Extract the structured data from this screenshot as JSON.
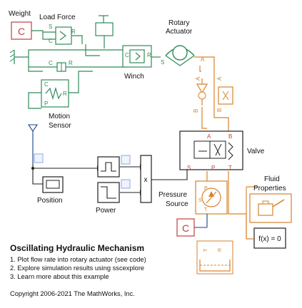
{
  "colors": {
    "mech": "#2e8b57",
    "hyd": "#d9822b",
    "phys": "#1a3f8a",
    "sig": "#1f1f1f",
    "block_outline": "#c04040",
    "sensor_outline": "#c04040",
    "icon_green": "#2e8b57",
    "icon_orange": "#d9822b"
  },
  "labels": {
    "weight": "Weight",
    "load_force": "Load Force",
    "rotary_actuator_line1": "Rotary",
    "rotary_actuator_line2": "Actuator",
    "winch": "Winch",
    "motion_sensor_line1": "Motion",
    "motion_sensor_line2": "Sensor",
    "valve": "Valve",
    "fluid_properties_line1": "Fluid",
    "fluid_properties_line2": "Properties",
    "position": "Position",
    "power": "Power",
    "pressure_source_line1": "Pressure",
    "pressure_source_line2": "Source",
    "solver": "f(x) = 0",
    "product_sign": "x"
  },
  "port_labels": {
    "weight_S": "S",
    "weight_C": "C",
    "rotary_S": "S",
    "rotary_A": "A",
    "rotary_A2": "A",
    "rotary_B": "B",
    "valve_A": "A",
    "valve_B": "B",
    "valve_P": "P",
    "valve_T": "T",
    "valve_S": "S",
    "valve_P2": "P",
    "winch_C": "C",
    "winch_R": "R",
    "pump_P": "P",
    "pump_T": "T",
    "pump_S": "S",
    "tank_T": "T",
    "tank_R": "R"
  },
  "title": "Oscillating Hydraulic Mechanism",
  "notes": [
    "1. Plot flow rate into rotary actuator (see code)",
    "2. Explore simulation results using sscexplore",
    "3. Learn more about this example"
  ],
  "copyright": "Copyright 2006-2021 The MathWorks, Inc.",
  "icons": {
    "ref_C": "C",
    "ref_C2": "C",
    "solver_icon": "fluid-properties-oilcan-icon",
    "scope_icon": "scope-icon",
    "pump_icon": "pressure-source-icon",
    "valve_icon": "valve-icon",
    "tank_icon": "tank-icon"
  }
}
